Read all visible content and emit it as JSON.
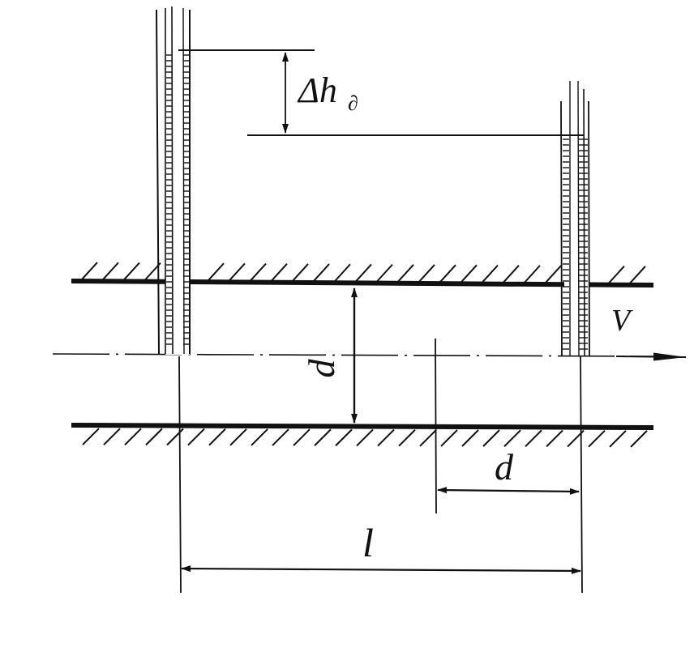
{
  "diagram": {
    "labels": {
      "delta_h_main": "Δh",
      "delta_h_sub": "∂",
      "diameter_vertical": "d",
      "velocity": "V",
      "distance_d": "d",
      "length": "l"
    },
    "colors": {
      "ink": "#111111",
      "background": "#ffffff"
    }
  }
}
